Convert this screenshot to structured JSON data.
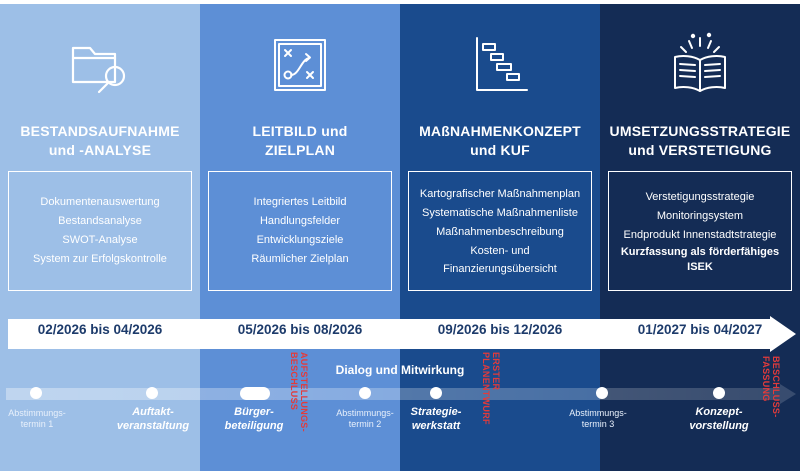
{
  "phases": [
    {
      "icon": "folder-search-icon",
      "title_line1": "BESTANDSAUFNAHME",
      "title_line2": "und -ANALYSE",
      "items": [
        "Dokumentenauswertung",
        "Bestandsanalyse",
        "SWOT-Analyse",
        "System zur Erfolgskontrolle"
      ],
      "period": "02/2026 bis 04/2026"
    },
    {
      "icon": "strategy-board-icon",
      "title_line1": "LEITBILD und",
      "title_line2": "ZIELPLAN",
      "items": [
        "Integriertes Leitbild",
        "Handlungsfelder",
        "Entwicklungsziele",
        "Räumlicher Zielplan"
      ],
      "period": "05/2026 bis 08/2026"
    },
    {
      "icon": "gantt-chart-icon",
      "title_line1": "MAßNAHMENKONZEPT",
      "title_line2": "und KUF",
      "items": [
        "Kartografischer Maßnahmenplan",
        "Systematische Maßnahmenliste",
        "Maßnahmenbeschreibung",
        "Kosten- und",
        "Finanzierungsübersicht"
      ],
      "period": "09/2026 bis 12/2026"
    },
    {
      "icon": "open-book-icon",
      "title_line1": "UMSETZUNGSSTRATEGIE",
      "title_line2": "und VERSTETIGUNG",
      "items": [
        "Verstetigungsstrategie",
        "Monitoringsystem",
        "Endprodukt Innenstadtstrategie",
        "Kurzfassung als förderfähiges",
        "ISEK"
      ],
      "period": "01/2027 bis 04/2027"
    }
  ],
  "dialog_label": "Dialog und Mitwirkung",
  "events": [
    {
      "label_line1": "Abstimmungs-",
      "label_line2": "termin 1",
      "kind": "minor"
    },
    {
      "label_line1": "Auftakt-",
      "label_line2": "veranstaltung",
      "kind": "major"
    },
    {
      "label_line1": "Bürger-",
      "label_line2": "beteiligung",
      "kind": "major"
    },
    {
      "label_line1": "Abstimmungs-",
      "label_line2": "termin 2",
      "kind": "minor"
    },
    {
      "label_line1": "Strategie-",
      "label_line2": "werkstatt",
      "kind": "major"
    },
    {
      "label_line1": "Abstimmungs-",
      "label_line2": "termin 3",
      "kind": "minor"
    },
    {
      "label_line1": "Konzept-",
      "label_line2": "vorstellung",
      "kind": "major"
    }
  ],
  "milestones": [
    {
      "line1": "AUFSTELLUNGS-",
      "line2": "BESCHLUSS"
    },
    {
      "line1": "ERSTER",
      "line2": "PLANENTWURF"
    },
    {
      "line1": "BESCHLUSS-",
      "line2": "FASSUNG"
    }
  ],
  "colors": {
    "phase1": "#9dbfe7",
    "phase2": "#5d8fd6",
    "phase3": "#1a4b8d",
    "phase4": "#142c55",
    "milestone_red": "#e23b3b",
    "date_text": "#1d3b6b"
  }
}
